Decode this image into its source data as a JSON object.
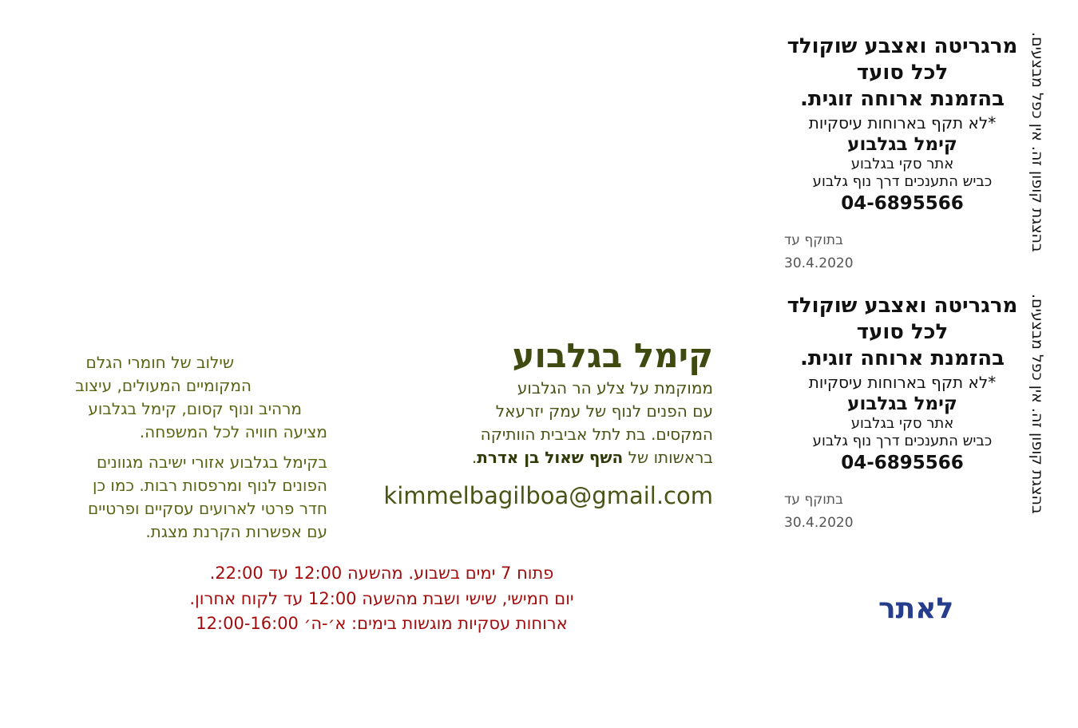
{
  "coupon": {
    "headline": [
      "מרגריטה ואצבע שוקולד",
      "לכל סועד",
      "בהזמנת ארוחה זוגית."
    ],
    "note": "*לא תקף בארוחות עיסקיות",
    "name": "קימל בגלבוע",
    "address": [
      "אתר סקי בגלבוע",
      "כביש התענכים דרך נוף גלבוע"
    ],
    "phone": "04-6895566",
    "valid_label": "בתוקף עד",
    "valid_date": "30.4.2020",
    "side_text": "בהצגת קופון זה. אין כפל מבצעים."
  },
  "about": {
    "title": "קימל בגלבוע",
    "lines": [
      "ממוקמת על צלע הר הגלבוע",
      "עם הפנים לנוף של עמק יזרעאל",
      "המקסים. בת לתל אביבית הוותיקה"
    ],
    "last_prefix": "בראשותו של ",
    "chef": "השף שאול בן אדרת",
    "last_suffix": ".",
    "email": "kimmelbagilboa@gmail.com"
  },
  "description": {
    "p1": [
      "שילוב של חומרי הגלם",
      "המקומיים המעולים, עיצוב",
      "מרהיב ונוף קסום, קימל בגלבוע",
      "מציעה חוויה לכל המשפחה."
    ],
    "p2": [
      "בקימל בגלבוע אזורי ישיבה מגוונים",
      "הפונים לנוף ומרפסות רבות. כמו כן",
      "חדר פרטי לארועים עסקיים ופרטיים",
      "עם אפשרות הקרנת מצגת."
    ]
  },
  "hours": [
    "פתוח 7 ימים בשבוע. מהשעה 12:00 עד 22:00.",
    "יום חמישי, שישי ושבת מהשעה 12:00 עד לקוח אחרון.",
    "ארוחות עסקיות מוגשות בימים: א׳-ה׳ 12:00-16:00"
  ],
  "site_link": "לאתר"
}
